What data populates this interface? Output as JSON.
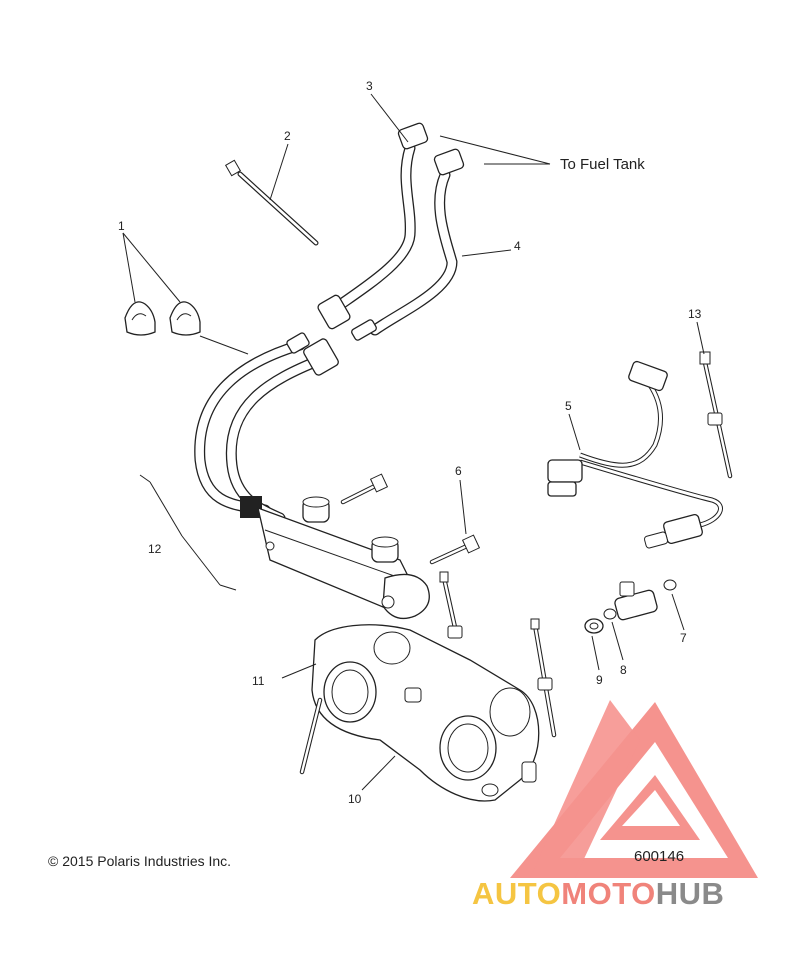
{
  "callouts": {
    "c1": "1",
    "c2": "2",
    "c3": "3",
    "c4": "4",
    "c5": "5",
    "c6": "6",
    "c7": "7",
    "c8": "8",
    "c9": "9",
    "c10": "10",
    "c11": "11",
    "c12": "12",
    "c13": "13"
  },
  "note": "To Fuel Tank",
  "copyright": "© 2015 Polaris Industries Inc.",
  "diagram_id": "600146",
  "watermark": {
    "part1": "AUTO",
    "part2": "MOTO",
    "part3": "HUB",
    "colors": {
      "gold": "#f5c542",
      "red": "#f0837a",
      "gray": "#8a8a8a",
      "logo": "#f4817b"
    }
  }
}
